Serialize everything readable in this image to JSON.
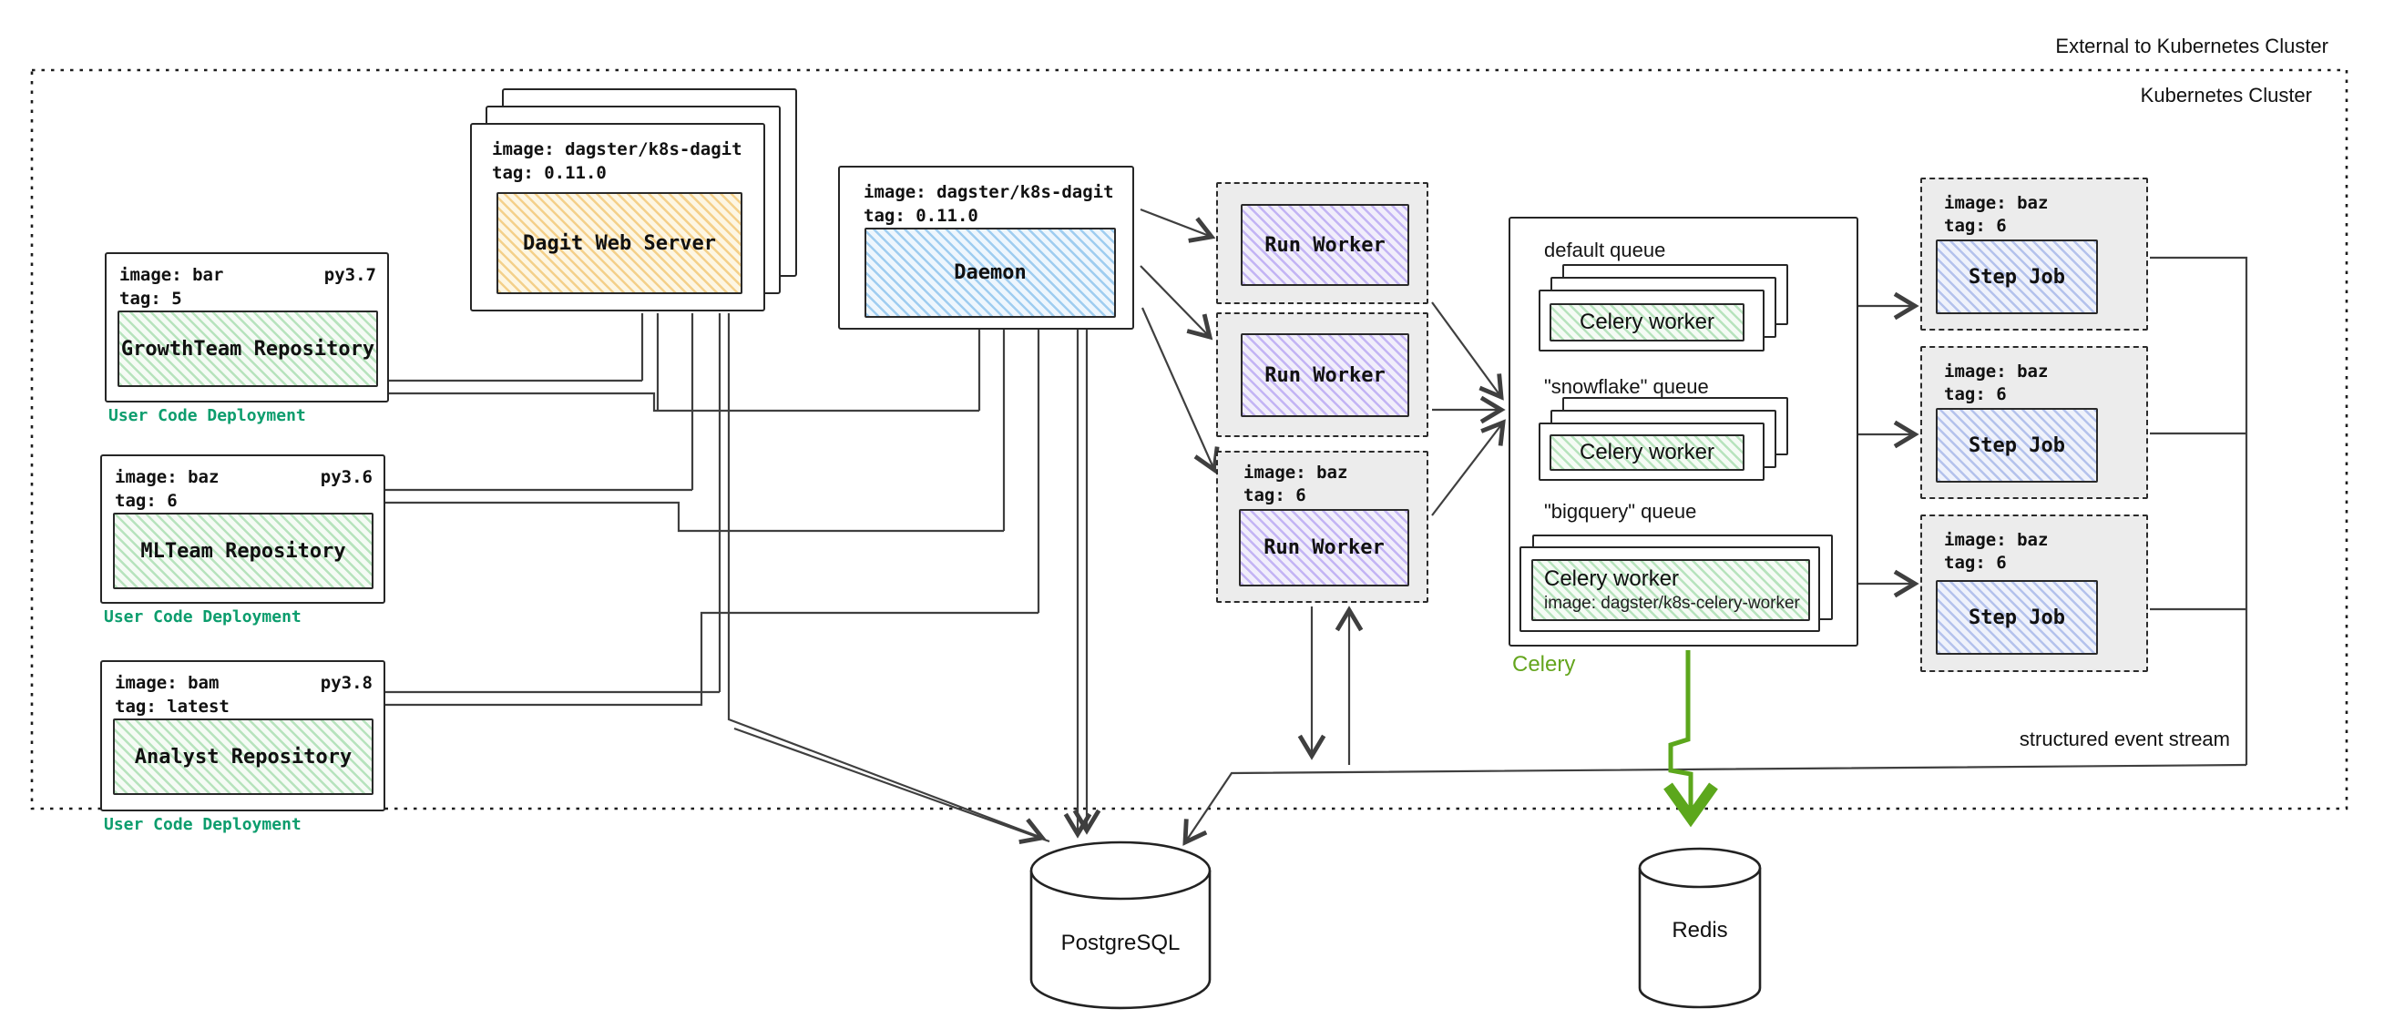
{
  "cluster": {
    "external_label": "External to Kubernetes Cluster",
    "internal_label": "Kubernetes Cluster"
  },
  "user_code_deployments": [
    {
      "image": "image: bar",
      "python": "py3.7",
      "tag": "tag: 5",
      "repository": "GrowthTeam Repository",
      "caption": "User Code Deployment"
    },
    {
      "image": "image: baz",
      "python": "py3.6",
      "tag": "tag: 6",
      "repository": "MLTeam Repository",
      "caption": "User Code Deployment"
    },
    {
      "image": "image: bam",
      "python": "py3.8",
      "tag": "tag: latest",
      "repository": "Analyst Repository",
      "caption": "User Code Deployment"
    }
  ],
  "dagit": {
    "image": "image: dagster/k8s-dagit",
    "tag": "tag: 0.11.0",
    "label": "Dagit Web Server"
  },
  "daemon": {
    "image": "image: dagster/k8s-dagit",
    "tag": "tag: 0.11.0",
    "label": "Daemon"
  },
  "run_workers": [
    {
      "label": "Run Worker"
    },
    {
      "label": "Run Worker"
    },
    {
      "image": "image: baz",
      "tag": "tag: 6",
      "label": "Run Worker"
    }
  ],
  "celery": {
    "caption": "Celery",
    "queues": [
      {
        "name": "default queue",
        "worker_label": "Celery worker"
      },
      {
        "name": "\"snowflake\" queue",
        "worker_label": "Celery worker"
      },
      {
        "name": "\"bigquery\" queue",
        "worker_label": "Celery worker",
        "worker_image": "image: dagster/k8s-celery-worker"
      }
    ]
  },
  "step_jobs": [
    {
      "image": "image: baz",
      "tag": "tag: 6",
      "label": "Step Job"
    },
    {
      "image": "image: baz",
      "tag": "tag: 6",
      "label": "Step Job"
    },
    {
      "image": "image: baz",
      "tag": "tag: 6",
      "label": "Step Job"
    }
  ],
  "databases": {
    "postgres_label": "PostgreSQL",
    "redis_label": "Redis"
  },
  "annotations": {
    "event_stream_label": "structured event stream"
  },
  "colors": {
    "user_code_caption": "#0c9d6d",
    "celery_green": "#64a51d",
    "repo_hatch": "#b7e3bd",
    "dagit_hatch": "#f4d08a",
    "daemon_hatch": "#9fcdf0",
    "run_worker_hatch": "#c3b4f4",
    "step_job_hatch": "#b4c2ec"
  }
}
